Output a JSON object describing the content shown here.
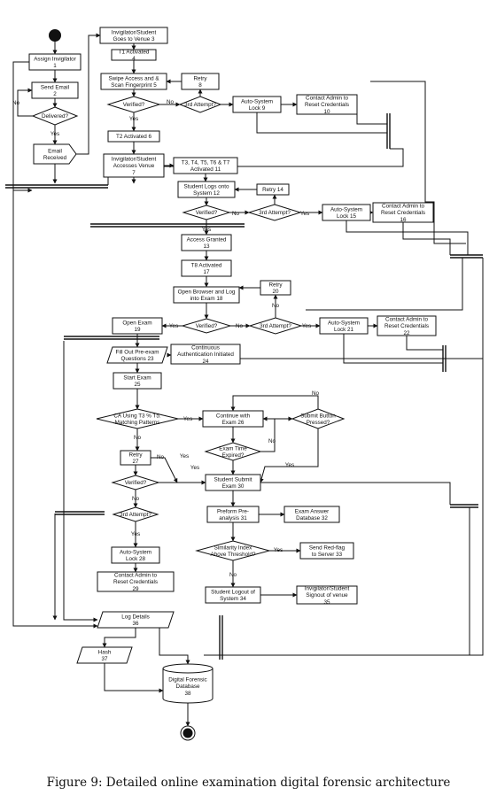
{
  "caption": "Figure 9: Detailed online examination digital forensic architecture",
  "nodes": {
    "goes_venue": [
      "Invigilator/Student",
      "Goes to Venue   3"
    ],
    "assign": [
      "Assign Invigilator",
      "1"
    ],
    "t1": [
      "T1 Activated",
      "4"
    ],
    "swipe": [
      "Swipe Access and &",
      "Scan Fingerprint  5"
    ],
    "retry8": [
      "Retry",
      "8"
    ],
    "send_email": [
      "Send Email",
      "2"
    ],
    "delivered": [
      "Delivered?"
    ],
    "verified_a": [
      "Verified?"
    ],
    "third_a": [
      "3rd Attempt?"
    ],
    "lock9": [
      "Auto-System",
      "Lock     9"
    ],
    "contact10": [
      "Contact Admin to",
      "Reset Credentials",
      "10"
    ],
    "t2": [
      "T2 Activated  6"
    ],
    "email_received": [
      "Email",
      "Received"
    ],
    "accesses": [
      "Invigilator/Student",
      "Accesses Venue",
      "7"
    ],
    "t3to7": [
      "T3, T4, T5, T6 & T7",
      "Activated     11"
    ],
    "logs_onto": [
      "Student Logs onto",
      "System   12"
    ],
    "retry14": [
      "Retry  14"
    ],
    "verified_b": [
      "Verified?"
    ],
    "third_b": [
      "3rd Attempt?"
    ],
    "lock15": [
      "Auto-System",
      "Lock   15"
    ],
    "contact16": [
      "Contact Admin to",
      "Reset Credentials",
      "16"
    ],
    "access_granted": [
      "Access Granted",
      "13"
    ],
    "t8": [
      "T8 Activated",
      "17"
    ],
    "open_browser": [
      "Open Browser and Log",
      "into Exam      18"
    ],
    "retry20": [
      "Retry",
      "20"
    ],
    "open_exam": [
      "Open Exam",
      "19"
    ],
    "verified_c": [
      "Verified?"
    ],
    "third_c": [
      "3rd Attempt?"
    ],
    "lock21": [
      "Auto-System",
      "Lock   21"
    ],
    "contact22": [
      "Contact Admin to",
      "Reset Credentials",
      "22"
    ],
    "fill_out": [
      "Fill Out Pre-exam",
      "Questions  23"
    ],
    "continuous": [
      "Continuous",
      "Authentication Initiated",
      "24"
    ],
    "start_exam": [
      "Start Exam",
      "25"
    ],
    "ca_using": [
      "CA Using T3 % T5:",
      "Matching Patterns"
    ],
    "continue_exam": [
      "Continue with",
      "Exam     26"
    ],
    "submit_pressed": [
      "Submit Button",
      "Pressed?"
    ],
    "exam_time": [
      "Exam Time",
      "Expired?"
    ],
    "retry27": [
      "Retry",
      "27"
    ],
    "verified_d": [
      "Verified?"
    ],
    "student_submit": [
      "Student Submit",
      "Exam     30"
    ],
    "third_d": [
      "3rd Attempt?"
    ],
    "preform": [
      "Preform Pre-",
      "analysis    31"
    ],
    "exam_answer": [
      "Exam Answer",
      "Database   32"
    ],
    "lock28": [
      "Auto-System",
      "Lock   28"
    ],
    "similarity": [
      "Similarity Index",
      "Above Threshold?"
    ],
    "red_flag": [
      "Send Red-flag",
      "to Server   33"
    ],
    "contact29": [
      "Contact Admin to",
      "Reset Credentials",
      "29"
    ],
    "logout": [
      "Student Logout of",
      "System   34"
    ],
    "signout": [
      "Invigilator/Student",
      "Signout of venue",
      "35"
    ],
    "log_details": [
      "Log Details",
      "36"
    ],
    "hash": [
      "Hash",
      "37"
    ],
    "forensic_db": [
      "Digital Forensic",
      "Database",
      "38"
    ]
  },
  "edge_labels": {
    "yes": "Yes",
    "no": "No"
  }
}
